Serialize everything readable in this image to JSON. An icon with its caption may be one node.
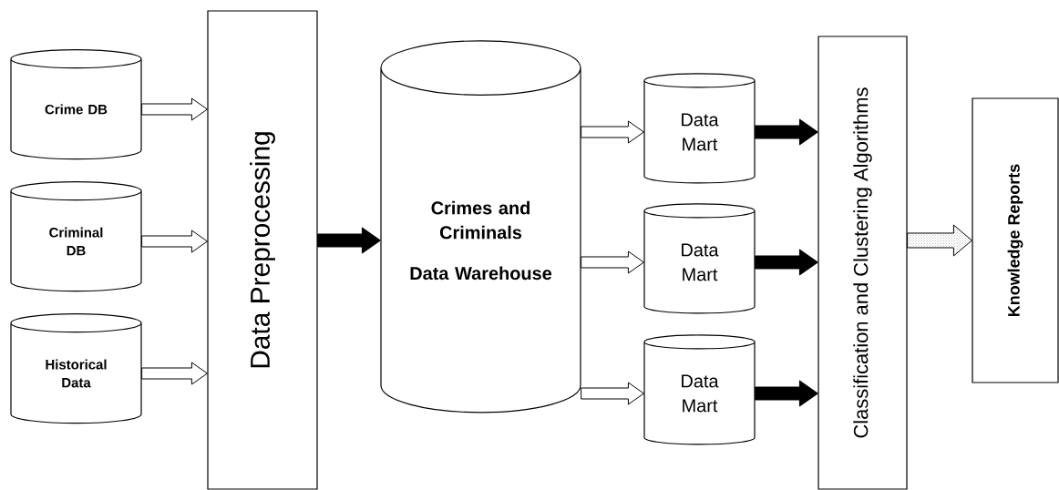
{
  "diagram": {
    "nodes": [
      {
        "text": [
          "Crime DB"
        ]
      },
      {
        "text": [
          "Criminal DB"
        ]
      },
      {
        "text": [
          "Historical Data"
        ]
      },
      {
        "text": [
          "Data Preprocessing"
        ]
      },
      {
        "text": [
          "Crimes and Criminals",
          "Data Warehouse"
        ]
      },
      {
        "text": [
          "Data Mart"
        ]
      },
      {
        "text": [
          "Data Mart"
        ]
      },
      {
        "text": [
          "Data Mart"
        ]
      },
      {
        "text": [
          "Classification and Clustering Algorithms"
        ]
      },
      {
        "text": [
          "Knowledge Reports"
        ]
      }
    ],
    "edges": [
      {
        "from": 0,
        "to": 3,
        "arrow": "to"
      },
      {
        "from": 1,
        "to": 3,
        "arrow": "to"
      },
      {
        "from": 2,
        "to": 3,
        "arrow": "to"
      },
      {
        "from": 3,
        "to": 4,
        "arrow": "to",
        "style": "thick"
      },
      {
        "from": 4,
        "to": 5,
        "arrow": "to"
      },
      {
        "from": 4,
        "to": 6,
        "arrow": "to"
      },
      {
        "from": 4,
        "to": 7,
        "arrow": "to"
      },
      {
        "from": 5,
        "to": 8,
        "arrow": "to",
        "style": "thick"
      },
      {
        "from": 6,
        "to": 8,
        "arrow": "to",
        "style": "thick"
      },
      {
        "from": 7,
        "to": 8,
        "arrow": "to",
        "style": "thick"
      },
      {
        "from": 8,
        "to": 9,
        "arrow": "to",
        "color": "#a0a0a0"
      }
    ]
  }
}
